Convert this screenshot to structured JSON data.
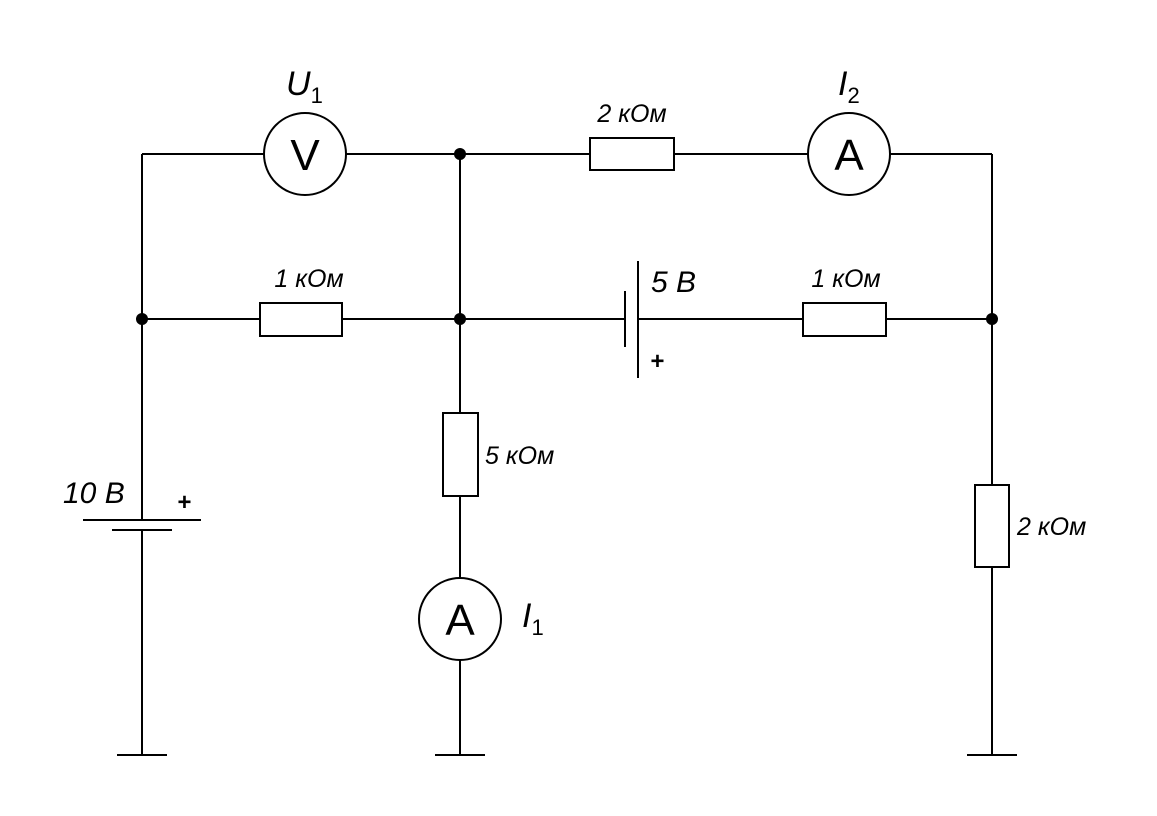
{
  "meters": {
    "u1": {
      "symbol": "V",
      "name": "U",
      "sub": "1"
    },
    "i2": {
      "symbol": "A",
      "name": "I",
      "sub": "2"
    },
    "i1": {
      "symbol": "A",
      "name": "I",
      "sub": "1"
    }
  },
  "resistors": {
    "top": "2 кОм",
    "mid_left": "1 кОм",
    "mid_right": "1 кОм",
    "vertical_center": "5 кОм",
    "vertical_right": "2 кОм"
  },
  "sources": {
    "left": {
      "voltage": "10 В",
      "polarity": "+"
    },
    "middle": {
      "voltage": "5 В",
      "polarity": "+"
    }
  }
}
